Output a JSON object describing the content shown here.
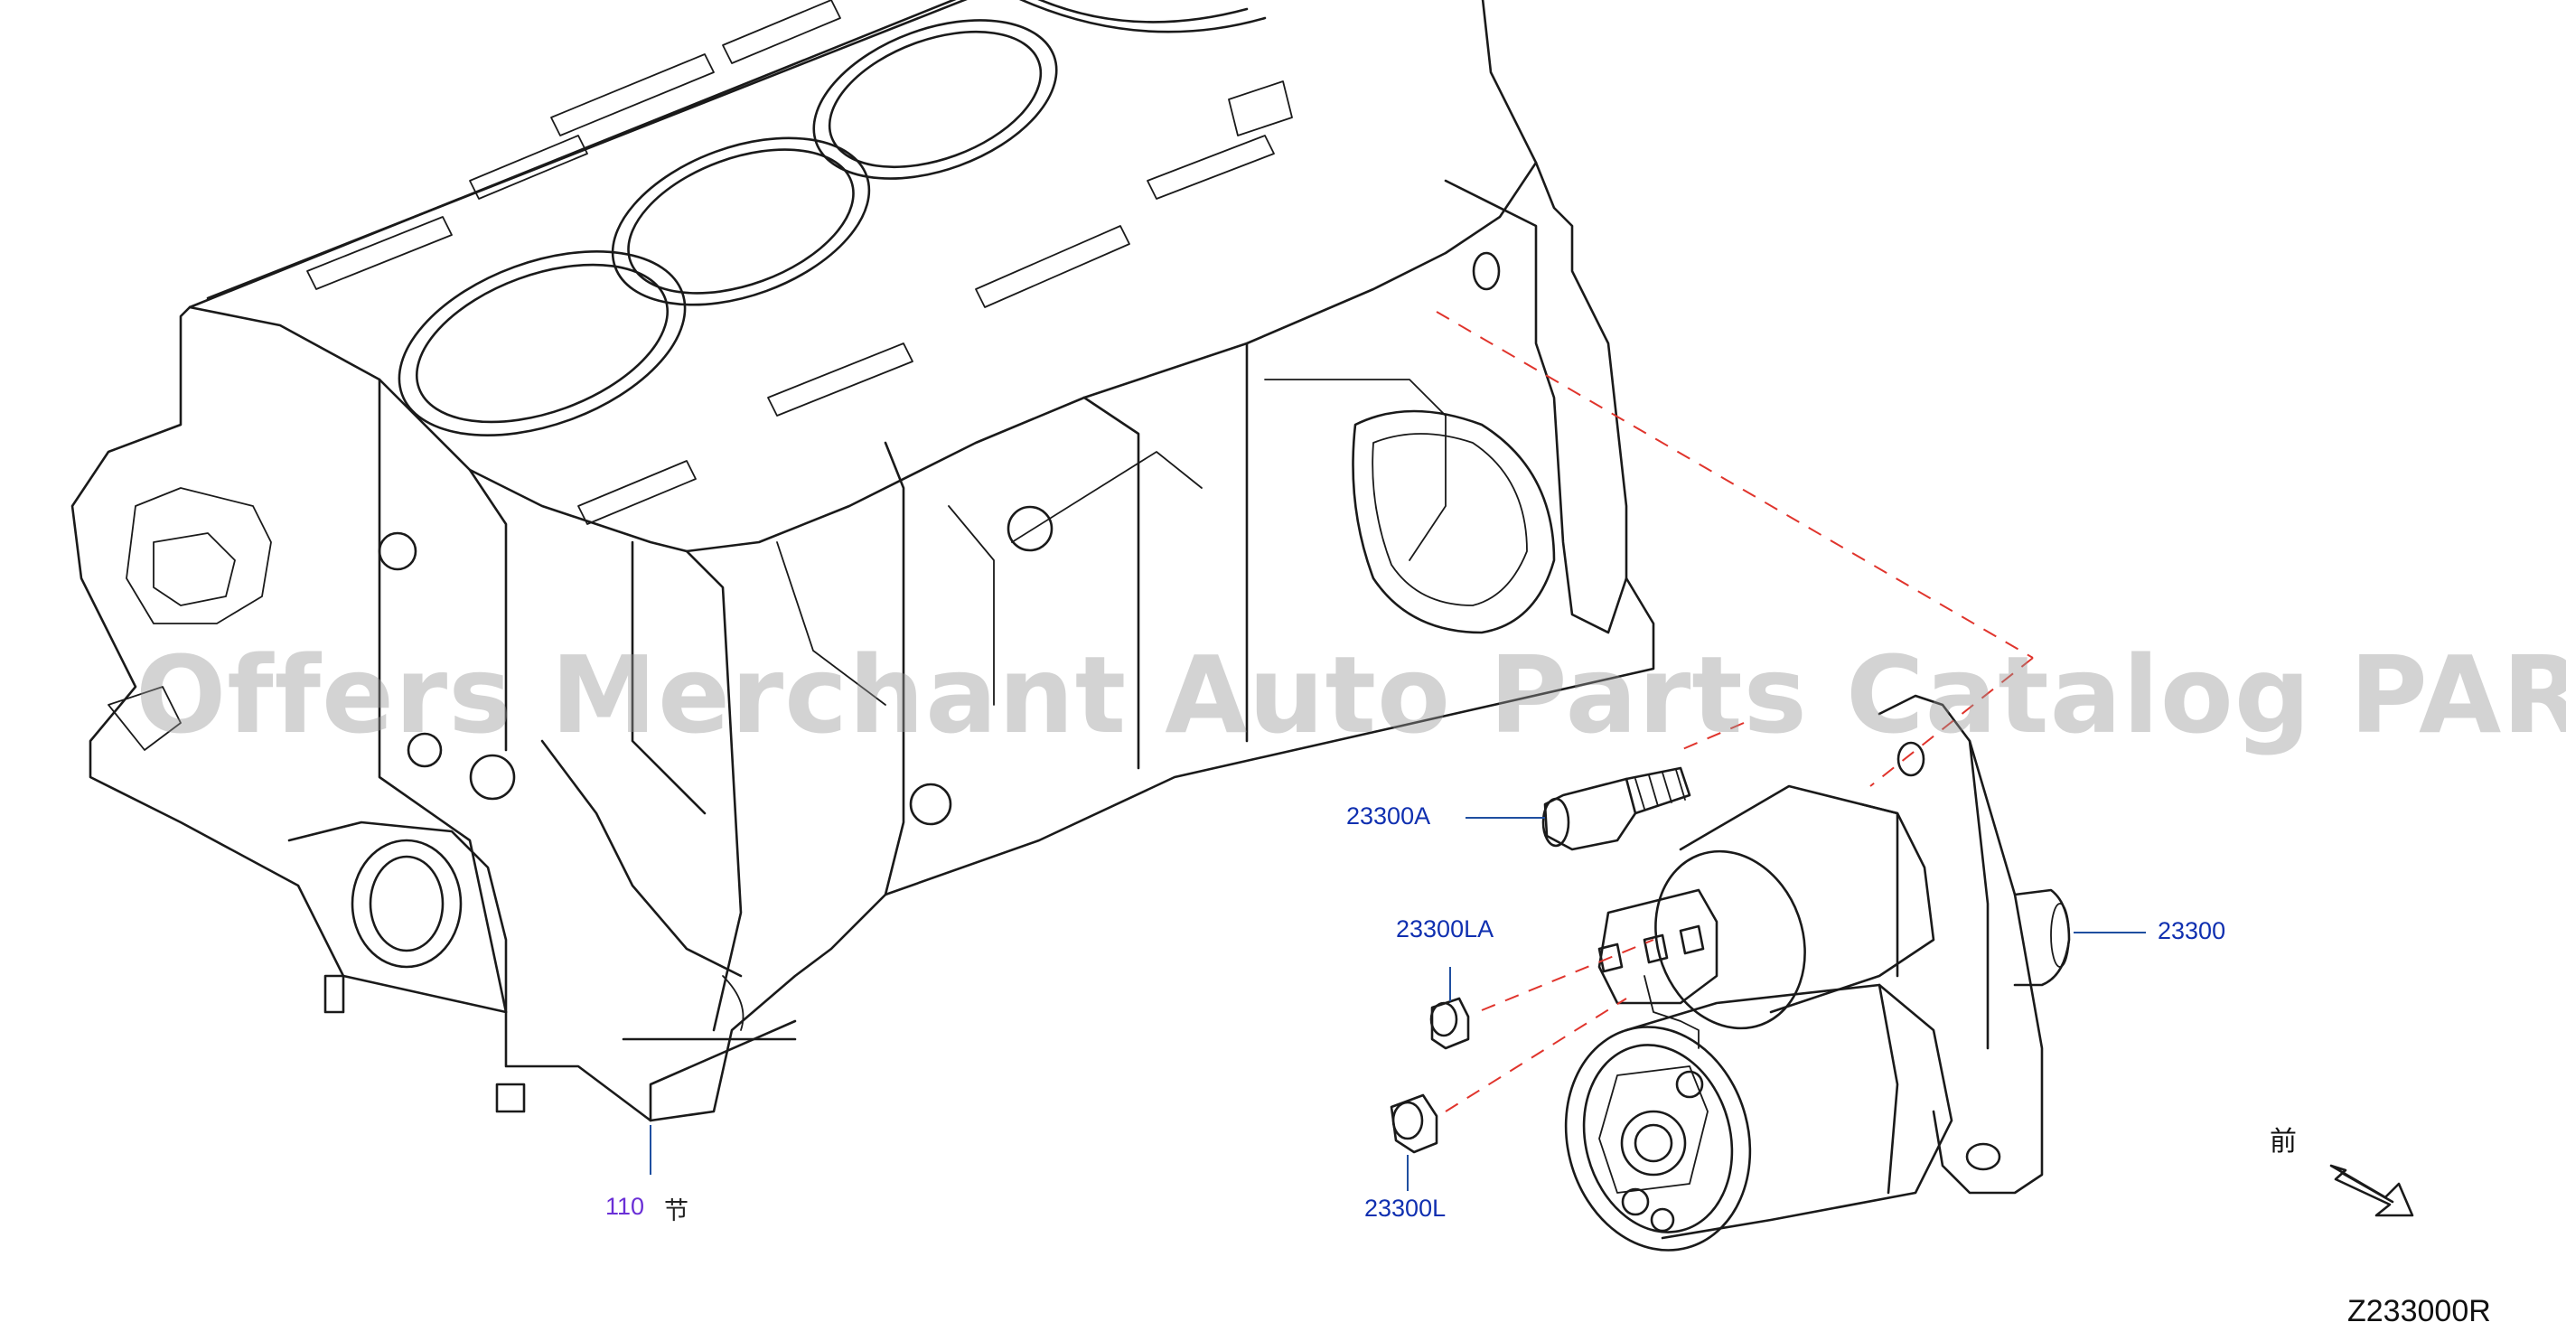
{
  "watermark": "Offers Merchant Auto Parts Catalog PARTSTORE.SA",
  "diagram_code": "Z233000R",
  "front_indicator": {
    "label": "前",
    "arrow_icon": "direction-arrow-icon"
  },
  "callouts": [
    {
      "id": "23300A",
      "text": "23300A"
    },
    {
      "id": "23300LA",
      "text": "23300LA"
    },
    {
      "id": "23300L",
      "text": "23300L"
    },
    {
      "id": "23300",
      "text": "23300"
    },
    {
      "id": "110",
      "text": "110",
      "suffix": "节"
    }
  ],
  "colors": {
    "callout_text": "#1030b0",
    "section_ref_text": "#6a2fd6",
    "leader_line": "#1f4fa0",
    "assembly_dash": "#e0342c",
    "line_art": "#1a1a1a"
  }
}
